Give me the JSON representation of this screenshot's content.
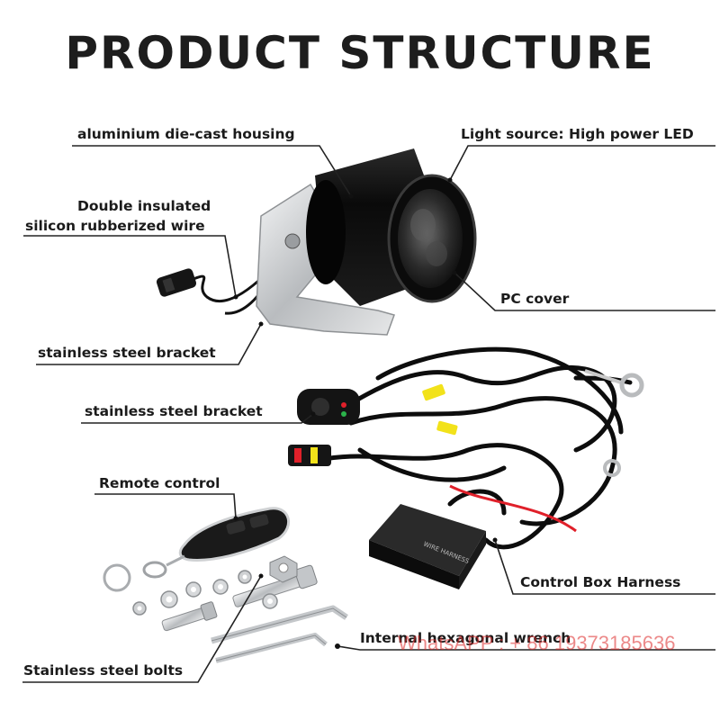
{
  "title": "PRODUCT STRUCTURE",
  "labels": {
    "housing": "aluminium die-cast housing",
    "light_source": "Light source: High power LED",
    "wire_line1": "Double insulated",
    "wire_line2": "silicon rubberized wire",
    "pc_cover": "PC cover",
    "bracket1": "stainless steel bracket",
    "bracket2": "stainless steel bracket",
    "remote": "Remote control",
    "control_box": "Control Box Harness",
    "wrench": "Internal hexagonal wrench",
    "bolts": "Stainless steel bolts"
  },
  "watermark": "WhatsAPP : + 86 19373185636",
  "control_box_print": "WIRE HARNESS",
  "colors": {
    "text": "#1b1b1b",
    "leader": "#222222",
    "housing": "#111111",
    "cable": "#0d0d0d",
    "steel": "#c9cbcd",
    "accent_red": "#e0202a",
    "accent_yellow": "#f2e21a"
  }
}
